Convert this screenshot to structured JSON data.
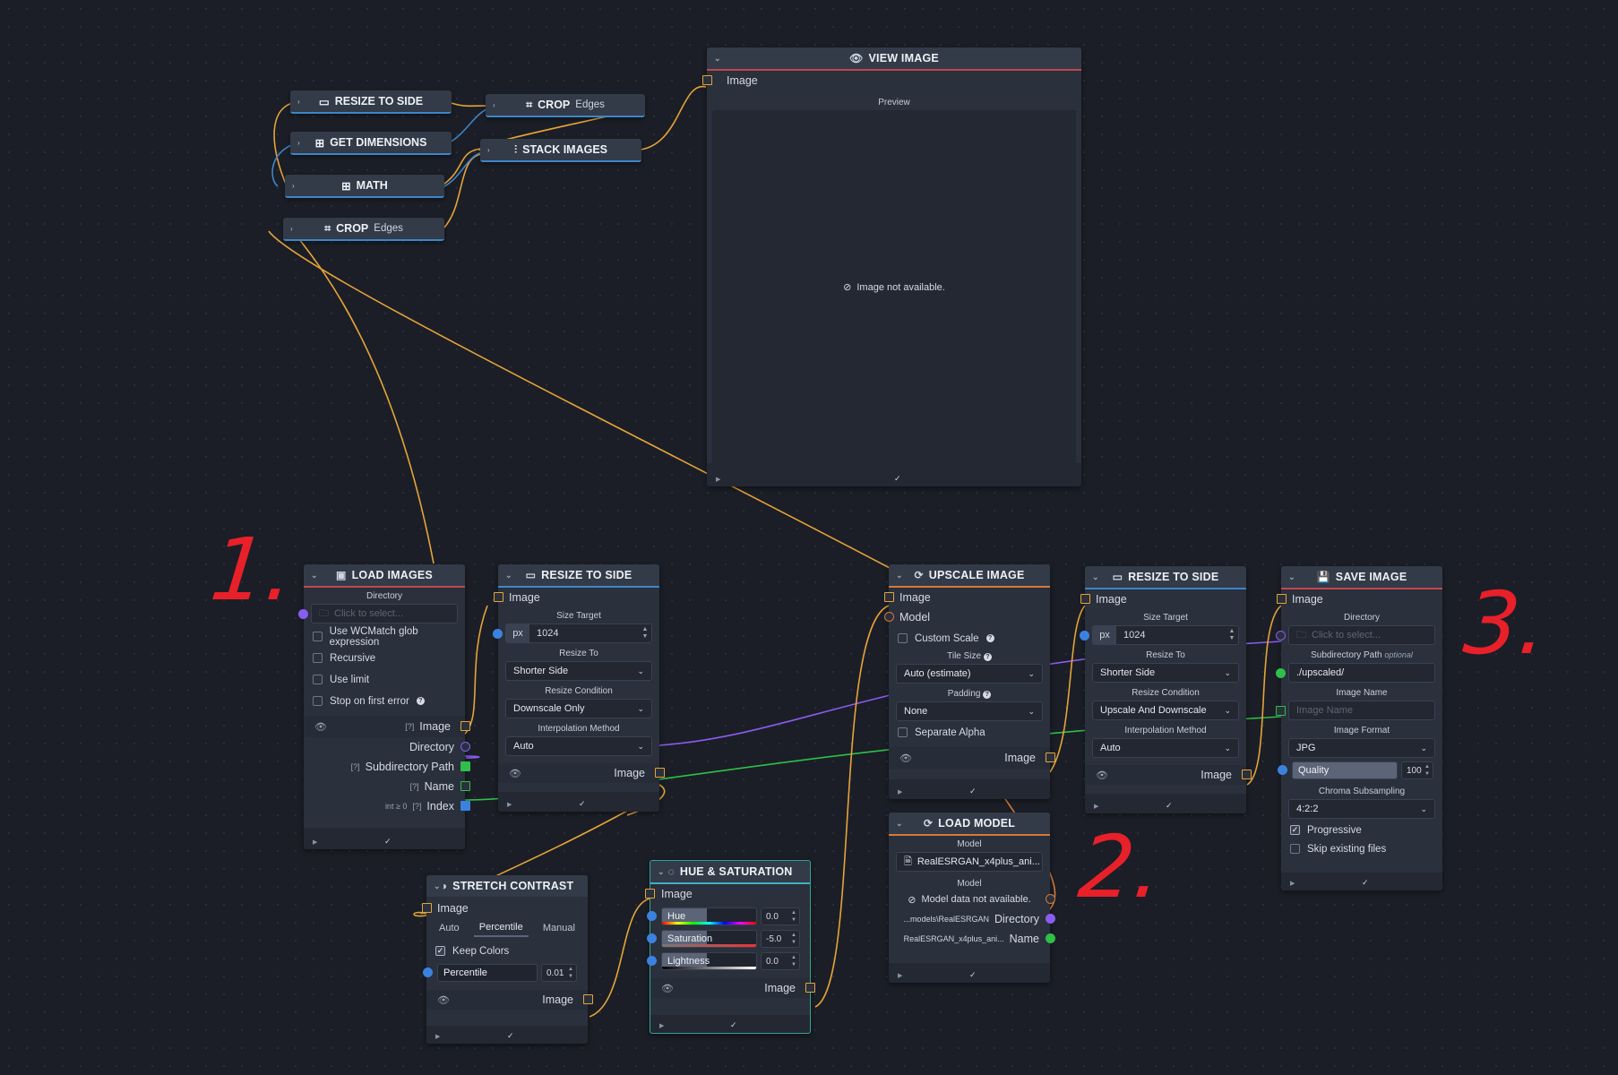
{
  "view_image": {
    "title": "VIEW IMAGE",
    "input": "Image",
    "preview_label": "Preview",
    "message": "Image not available."
  },
  "mini_nodes": {
    "resize_to_side": "RESIZE TO SIDE",
    "get_dimensions": "GET DIMENSIONS",
    "math": "MATH",
    "crop_a": "CROP",
    "crop_a_sub": "Edges",
    "stack_images": "STACK IMAGES",
    "crop_b": "CROP",
    "crop_b_sub": "Edges"
  },
  "load_images": {
    "title": "LOAD IMAGES",
    "directory_label": "Directory",
    "directory_placeholder": "Click to select...",
    "opt_glob": "Use WCMatch glob expression",
    "opt_recursive": "Recursive",
    "opt_limit": "Use limit",
    "opt_stop": "Stop on first error",
    "out_image": "Image",
    "out_directory": "Directory",
    "out_subdir": "Subdirectory Path",
    "out_name": "Name",
    "out_index": "Index",
    "index_constraint": "int ≥ 0",
    "type_mark": "[?]"
  },
  "resize_a": {
    "title": "RESIZE TO SIDE",
    "input": "Image",
    "size_label": "Size Target",
    "unit": "px",
    "size_value": "1024",
    "resize_to_label": "Resize To",
    "resize_to": "Shorter Side",
    "condition_label": "Resize Condition",
    "condition": "Downscale Only",
    "interp_label": "Interpolation Method",
    "interp": "Auto",
    "output": "Image"
  },
  "upscale": {
    "title": "UPSCALE IMAGE",
    "in_image": "Image",
    "in_model": "Model",
    "custom_scale": "Custom Scale",
    "tile_label": "Tile Size",
    "tile": "Auto (estimate)",
    "padding_label": "Padding",
    "padding": "None",
    "separate_alpha": "Separate Alpha",
    "output": "Image"
  },
  "load_model": {
    "title": "LOAD MODEL",
    "model_label": "Model",
    "model_file": "RealESRGAN_x4plus_ani...",
    "model_out_label": "Model",
    "model_msg": "Model data not available.",
    "dir_value": "...models\\RealESRGAN",
    "dir_label": "Directory",
    "name_value": "RealESRGAN_x4plus_ani...",
    "name_label": "Name"
  },
  "resize_b": {
    "title": "RESIZE TO SIDE",
    "input": "Image",
    "size_label": "Size Target",
    "unit": "px",
    "size_value": "1024",
    "resize_to_label": "Resize To",
    "resize_to": "Shorter Side",
    "condition_label": "Resize Condition",
    "condition": "Upscale And Downscale",
    "interp_label": "Interpolation Method",
    "interp": "Auto",
    "output": "Image"
  },
  "save_image": {
    "title": "SAVE IMAGE",
    "input": "Image",
    "directory_label": "Directory",
    "directory_placeholder": "Click to select...",
    "subdir_label": "Subdirectory Path",
    "subdir_optional": "optional",
    "subdir_value": "./upscaled/",
    "name_label": "Image Name",
    "name_placeholder": "Image Name",
    "format_label": "Image Format",
    "format": "JPG",
    "quality_label": "Quality",
    "quality_value": "100",
    "chroma_label": "Chroma Subsampling",
    "chroma": "4:2:2",
    "progressive": "Progressive",
    "skip_existing": "Skip existing files"
  },
  "stretch": {
    "title": "STRETCH CONTRAST",
    "input": "Image",
    "tab_auto": "Auto",
    "tab_percentile": "Percentile",
    "tab_manual": "Manual",
    "keep_colors": "Keep Colors",
    "percentile_label": "Percentile",
    "percentile_value": "0.01",
    "output": "Image"
  },
  "hue_sat": {
    "title": "HUE & SATURATION",
    "input": "Image",
    "hue": "Hue",
    "hue_value": "0.0",
    "saturation": "Saturation",
    "saturation_value": "-5.0",
    "lightness": "Lightness",
    "lightness_value": "0.0",
    "output": "Image"
  },
  "annotations": {
    "one": "1.",
    "two": "2.",
    "three": "3."
  },
  "colors": {
    "image_socket": "#e5a43a",
    "directory_socket": "#8a5cf0",
    "text_socket": "#2fbf4a",
    "number_socket": "#3b82e0",
    "accent_red": "#c2474f",
    "accent_blue": "#3d86c8",
    "annotation": "#e8202a"
  }
}
